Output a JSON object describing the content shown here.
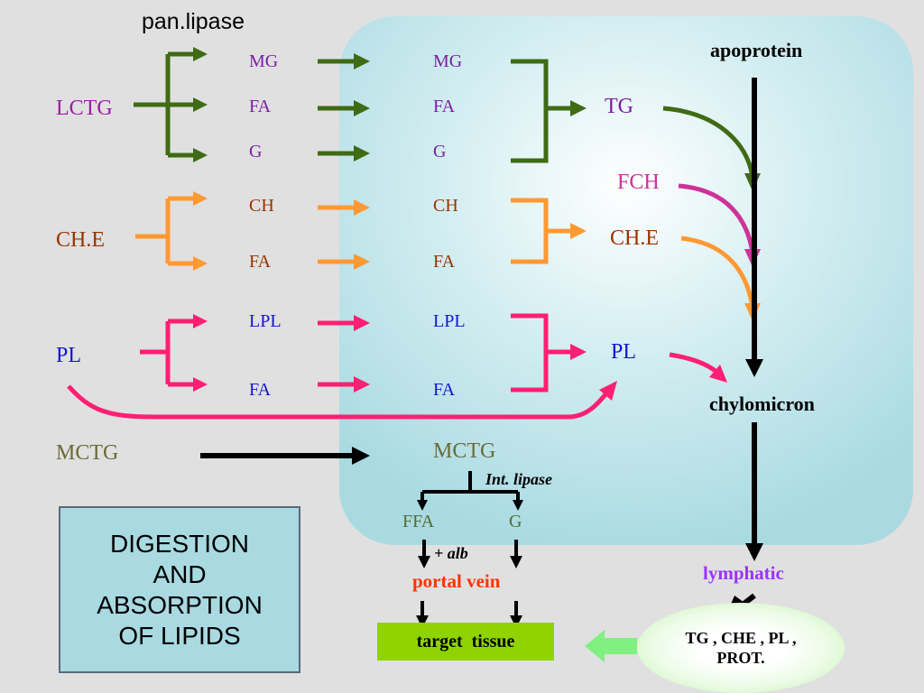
{
  "enzyme": "pan.lipase",
  "apoprotein": "apoprotein",
  "lctg": {
    "source": "LCTG",
    "products": [
      "MG",
      "FA",
      "G"
    ],
    "absorbed": [
      "MG",
      "FA",
      "G"
    ],
    "resynth": "TG"
  },
  "che": {
    "source": "CH.E",
    "products": [
      "CH",
      "FA"
    ],
    "absorbed": [
      "CH",
      "FA"
    ],
    "resynth": "CH.E"
  },
  "pl": {
    "source": "PL",
    "products": [
      "LPL",
      "FA"
    ],
    "absorbed": [
      "LPL",
      "FA"
    ],
    "resynth": "PL"
  },
  "fch": "FCH",
  "mctg": {
    "source": "MCTG",
    "absorbed": "MCTG"
  },
  "int_lipase": "Int. lipase",
  "ffa": "FFA",
  "g": "G",
  "plus_alb": "+ alb",
  "portal_vein": "portal vein",
  "target_tissue": "target  tissue",
  "chylomicron": "chylomicron",
  "lymphatic": "lymphatic",
  "chylo_contents": [
    "TG , CHE , PL ,",
    "PROT."
  ],
  "title": [
    "DIGESTION",
    "AND",
    "ABSORPTION",
    "OF LIPIDS"
  ],
  "colors": {
    "background": "#e0e0e0",
    "cell_panel": "#a9dae2",
    "lctg_arrow": "#3e6b14",
    "che_arrow": "#ff9933",
    "pl_arrow": "#ff1f73",
    "fch_arrow": "#cc3399",
    "lctg_text": "#7a1fa2",
    "lctg_label": "#9a1fa2",
    "che_text": "#993300",
    "pl_text": "#1414d2",
    "mctg_text": "#6b6b3a",
    "green_text": "#556b2f",
    "portal_text": "#ff3300",
    "lymphatic_text": "#9933ff",
    "target_box": "#8fd400"
  }
}
